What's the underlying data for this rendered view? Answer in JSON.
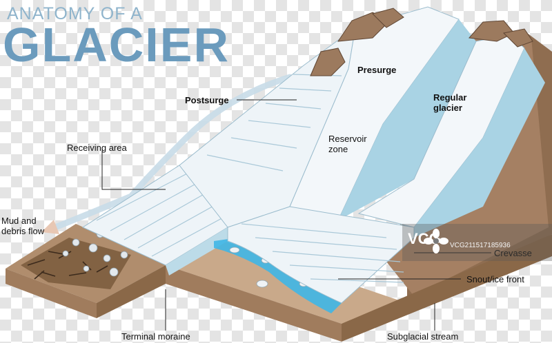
{
  "title": {
    "line1": "ANATOMY OF A",
    "line2": "GLACIER"
  },
  "labels": {
    "presurge": "Presurge",
    "postsurge": "Postsurge",
    "regular_glacier": "Regular glacier",
    "reservoir_zone": "Reservoir zone",
    "receiving_area": "Receiving area",
    "mud_debris": "Mud and debris flow",
    "crevasse": "Crevasse",
    "snout": "Snout/ice front",
    "terminal_moraine": "Terminal moraine",
    "subglacial_stream": "Subglacial stream"
  },
  "watermark": {
    "logo": "VCG",
    "id": "VCG211517185936"
  },
  "colors": {
    "title_light": "#8fb4cc",
    "title_dark": "#6b9bbd",
    "ice_white": "#f1f6f9",
    "ice_blue": "#a9d3e4",
    "ground": "#c9a98a",
    "ground_side": "#8f6d50",
    "rock": "#9c7a5e",
    "water": "#3fb6e6",
    "arrow": "#c8dce8"
  },
  "icons": {
    "watermark_logo": "flower-icon"
  }
}
